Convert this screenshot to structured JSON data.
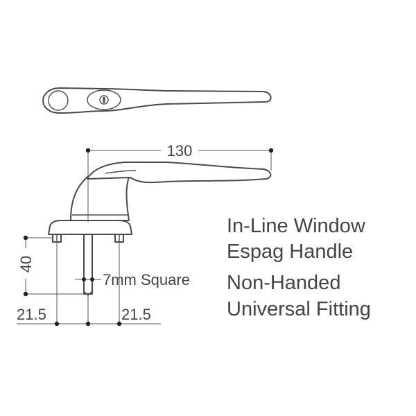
{
  "dimensions": {
    "overall_length": "130",
    "height": "40",
    "left_offset": "21.5",
    "right_offset": "21.5",
    "spindle": "7mm Square"
  },
  "description": {
    "line1": "In-Line Window",
    "line2": "Espag Handle",
    "line3": "Non-Handed",
    "line4": "Universal Fitting"
  },
  "colors": {
    "line": "#4a4a4a",
    "text": "#444444",
    "background": "#ffffff"
  }
}
